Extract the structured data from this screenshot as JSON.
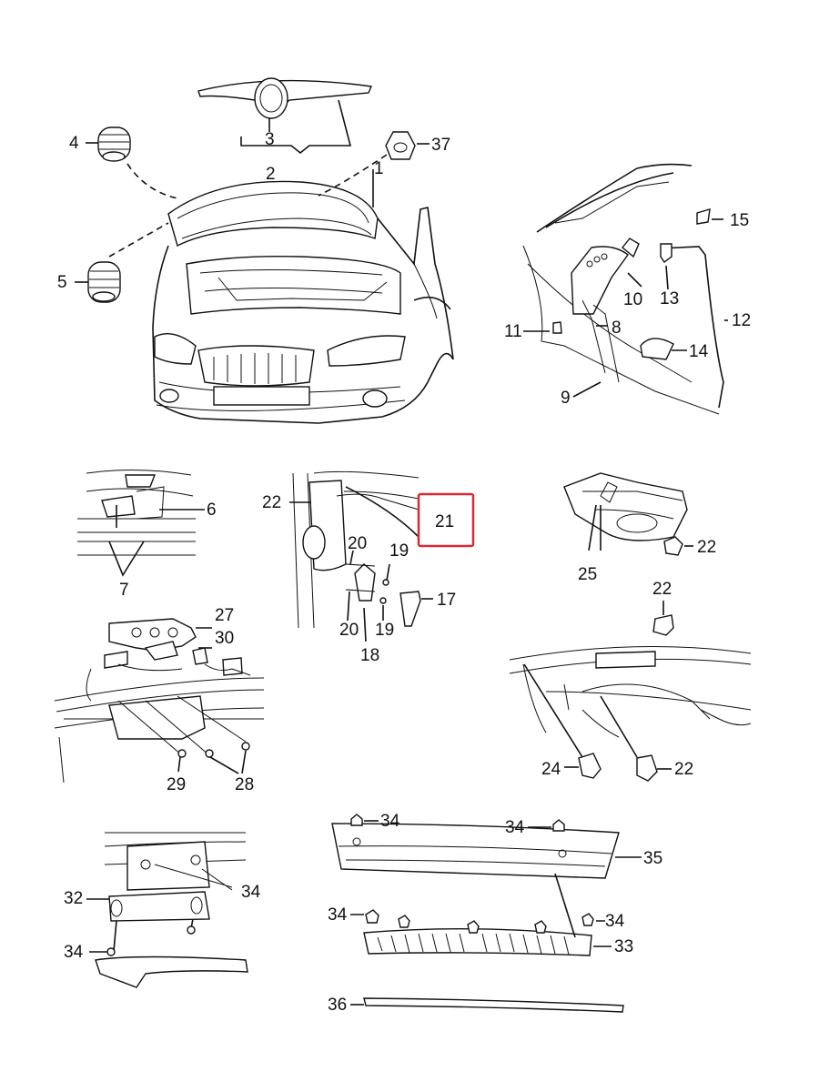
{
  "highlight": {
    "color": "#d62a36",
    "target": "21"
  },
  "labels": {
    "l1": "1",
    "l2": "2",
    "l3": "3",
    "l4": "4",
    "l5": "5",
    "l6": "6",
    "l7": "7",
    "l8": "8",
    "l9": "9",
    "l10": "10",
    "l11": "11",
    "l12": "12",
    "l13": "13",
    "l14": "14",
    "l15": "15",
    "l17": "17",
    "l18": "18",
    "l19a": "19",
    "l19b": "19",
    "l20a": "20",
    "l20b": "20",
    "l21": "21",
    "l22a": "22",
    "l22b": "22",
    "l22c": "22",
    "l22d": "22",
    "l24": "24",
    "l25": "25",
    "l27": "27",
    "l28": "28",
    "l29": "29",
    "l30": "30",
    "l32": "32",
    "l33": "33",
    "l34a": "34",
    "l34b": "34",
    "l34c": "34",
    "l34d": "34",
    "l34e": "34",
    "l34f": "34",
    "l35": "35",
    "l36": "36",
    "l37": "37"
  }
}
